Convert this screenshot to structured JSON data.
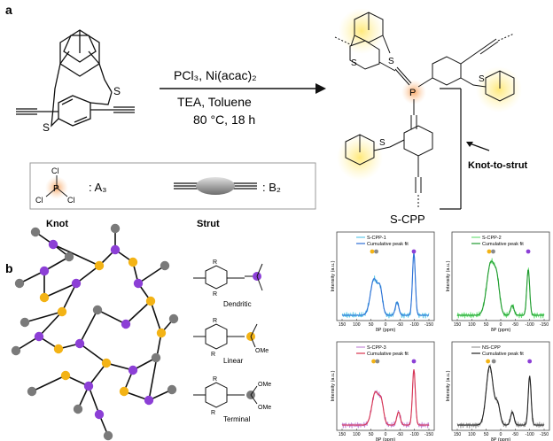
{
  "panels": {
    "a": "a",
    "b": "b"
  },
  "reaction": {
    "reagents": "PCl₃, Ni(acac)₂",
    "solvent": "TEA, Toluene",
    "conditions": "80 °C, 18 h"
  },
  "reactant_labels": {
    "sulfur": "S"
  },
  "legend_box": {
    "knot_atom": "P",
    "knot_cl": "Cl",
    "knot_role": ": A₃",
    "strut_role": ": B₂",
    "knot_caption": "Knot",
    "strut_caption": "Strut"
  },
  "product": {
    "label": "S-CPP",
    "annotation": "Knot-to-strut",
    "center_atom": "P",
    "sulfur": "S"
  },
  "network_panel": {
    "motifs": [
      {
        "label": "Dendritic",
        "substituent": "R"
      },
      {
        "label": "Linear",
        "substituent": "OMe"
      },
      {
        "label": "Terminal",
        "substituent": "OMe"
      }
    ],
    "colors": {
      "dendritic": "#8c3fd6",
      "linear": "#f3b315",
      "terminal": "#7a7a7a"
    }
  },
  "spectra": [
    {
      "legend": [
        "S-CPP-1",
        "Cumulative peak fit"
      ],
      "fit_color": "#2d6fd6",
      "raw_color": "#5fc7e8"
    },
    {
      "legend": [
        "S-CPP-2",
        "Cumulative peak fit"
      ],
      "fit_color": "#1f9a2e",
      "raw_color": "#6ee07a"
    },
    {
      "legend": [
        "S-CPP-3",
        "Cumulative peak fit"
      ],
      "fit_color": "#d8324e",
      "raw_color": "#c58ad8"
    },
    {
      "legend": [
        "NS-CPP",
        "Cumulative peak fit"
      ],
      "fit_color": "#222222",
      "raw_color": "#9a9a9a"
    }
  ],
  "spectrum_axes": {
    "ylabel": "Intensity (a.u.)",
    "xlabel": "δP (ppm)",
    "ticks": [
      "150",
      "100",
      "50",
      "0",
      "-50",
      "-100",
      "-150"
    ]
  }
}
